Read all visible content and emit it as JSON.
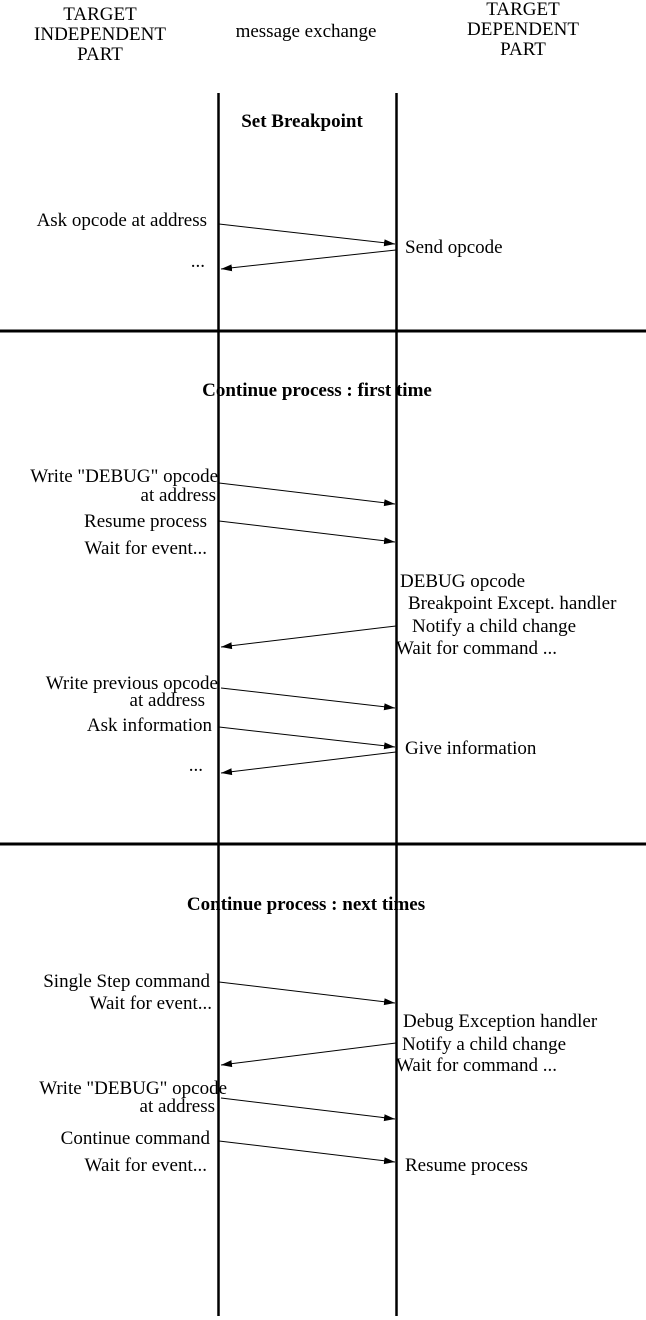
{
  "header": {
    "left": {
      "lines": [
        "TARGET",
        "INDEPENDENT",
        "PART"
      ]
    },
    "middle": "message exchange",
    "right": {
      "lines": [
        "TARGET",
        "DEPENDENT",
        "PART"
      ]
    }
  },
  "colors": {
    "background": "#ffffff",
    "ink": "#000000"
  },
  "sections": [
    {
      "title": "Set Breakpoint",
      "messages": [
        {
          "side": "left",
          "text": "Ask opcode at address"
        },
        {
          "side": "right",
          "text": "Send opcode"
        },
        {
          "side": "left",
          "text": "..."
        }
      ]
    },
    {
      "title": "Continue process : first time",
      "messages": [
        {
          "side": "left",
          "text": "Write \"DEBUG\" opcode"
        },
        {
          "side": "left",
          "text": "at address"
        },
        {
          "side": "left",
          "text": "Resume process"
        },
        {
          "side": "left",
          "text": "Wait for event..."
        },
        {
          "side": "right",
          "text": "DEBUG opcode"
        },
        {
          "side": "right",
          "text": "Breakpoint Except. handler"
        },
        {
          "side": "right",
          "text": "Notify a child change"
        },
        {
          "side": "right",
          "text": "Wait for command ..."
        },
        {
          "side": "left",
          "text": "Write previous opcode"
        },
        {
          "side": "left",
          "text": "at address"
        },
        {
          "side": "left",
          "text": "Ask information"
        },
        {
          "side": "right",
          "text": "Give information"
        },
        {
          "side": "left",
          "text": "..."
        }
      ]
    },
    {
      "title": "Continue process : next times",
      "messages": [
        {
          "side": "left",
          "text": "Single Step command"
        },
        {
          "side": "left",
          "text": "Wait for event..."
        },
        {
          "side": "right",
          "text": "Debug Exception handler"
        },
        {
          "side": "right",
          "text": "Notify a child change"
        },
        {
          "side": "right",
          "text": "Wait for command ..."
        },
        {
          "side": "left",
          "text": "Write \"DEBUG\" opcode"
        },
        {
          "side": "left",
          "text": "at address"
        },
        {
          "side": "left",
          "text": "Continue command"
        },
        {
          "side": "left",
          "text": "Wait for event..."
        },
        {
          "side": "right",
          "text": "Resume process"
        }
      ]
    }
  ]
}
